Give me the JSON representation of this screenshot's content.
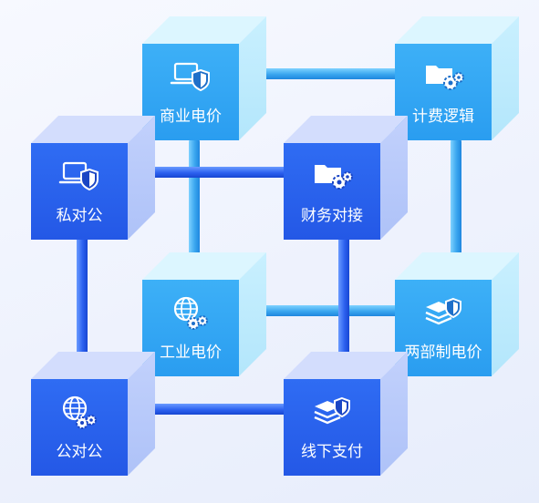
{
  "nodes": [
    {
      "id": "commercial-price",
      "label": "商业电价",
      "icon": "laptop-shield-icon"
    },
    {
      "id": "billing-logic",
      "label": "计费逻辑",
      "icon": "folder-gears-icon"
    },
    {
      "id": "private-to-public",
      "label": "私对公",
      "icon": "laptop-shield-icon"
    },
    {
      "id": "finance-docking",
      "label": "财务对接",
      "icon": "folder-gears-icon"
    },
    {
      "id": "industrial-price",
      "label": "工业电价",
      "icon": "globe-gears-icon"
    },
    {
      "id": "two-part-price",
      "label": "两部制电价",
      "icon": "layers-shield-icon"
    },
    {
      "id": "public-to-public",
      "label": "公对公",
      "icon": "globe-gears-icon"
    },
    {
      "id": "offline-payment",
      "label": "线下支付",
      "icon": "layers-shield-icon"
    }
  ],
  "colors": {
    "light_node": "#2a9df0",
    "dark_node": "#2458e6",
    "light_pipe": "#3aa6ef",
    "dark_pipe": "#2d62f0"
  }
}
